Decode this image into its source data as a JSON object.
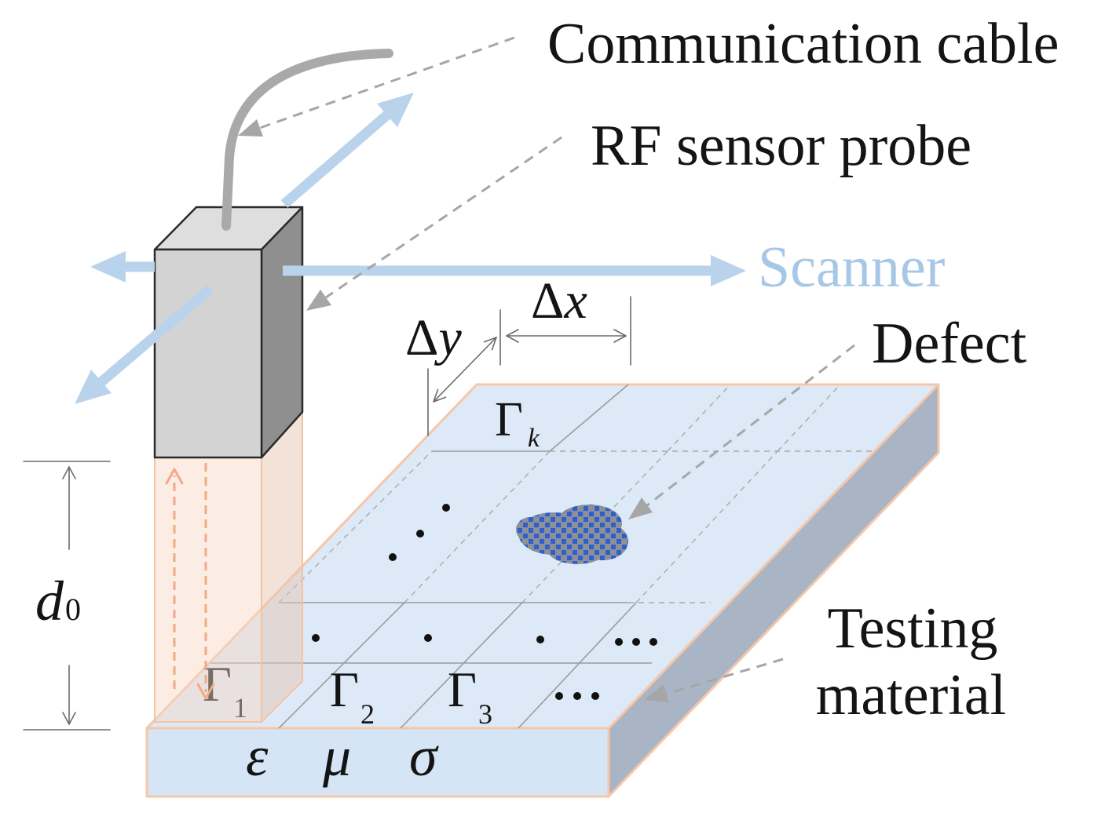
{
  "labels": {
    "communication_cable": "Communication cable",
    "rf_sensor_probe": "RF sensor probe",
    "scanner": "Scanner",
    "defect": "Defect",
    "testing_material": [
      "Testing",
      "material"
    ]
  },
  "dimensions": {
    "delta_x": {
      "delta": "Δ",
      "var": "x"
    },
    "delta_y": {
      "delta": "Δ",
      "var": "y"
    },
    "probe_distance": {
      "var": "d",
      "sub": "0"
    }
  },
  "cells": [
    {
      "symbol": "Γ",
      "sub": "1"
    },
    {
      "symbol": "Γ",
      "sub": "2"
    },
    {
      "symbol": "Γ",
      "sub": "3"
    },
    {
      "symbol": "Γ",
      "sub": "k"
    }
  ],
  "material_properties": [
    "ε",
    "μ",
    "σ"
  ],
  "colors": {
    "scanner_arrow": "#b9d3ec",
    "scanner_label": "#a7c7e7",
    "slab_top": "#dde9f6",
    "slab_front": "#d6e5f5",
    "slab_side": "#a9b5c5",
    "slab_outline": "#f5c6a8",
    "probe_front": "#d3d3d3",
    "probe_side": "#8f8f8f",
    "defect_blue": "#2f5fcf",
    "defect_gray": "#8b9099",
    "signal_orange": "#f2a987"
  }
}
